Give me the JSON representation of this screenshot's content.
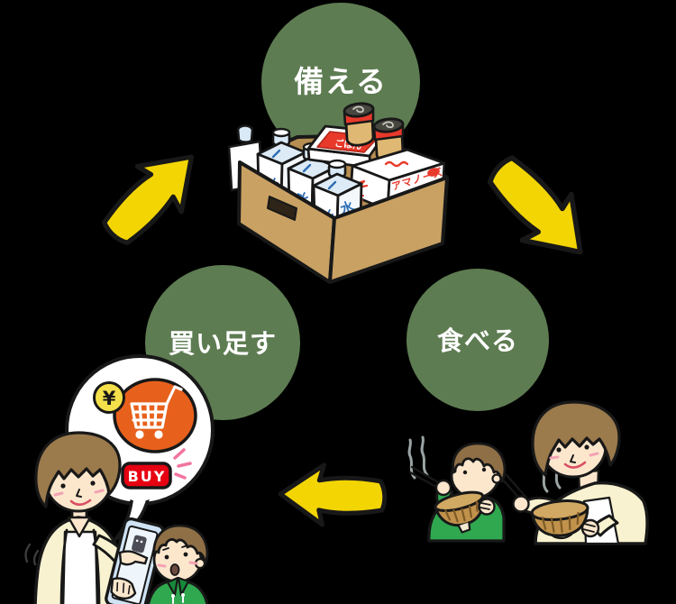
{
  "cycle": {
    "prepare_label": "備える",
    "eat_label": "食べる",
    "restock_label": "買い足す"
  },
  "stock_box": {
    "water_label": "水",
    "rice_label": "ごはん",
    "food_box_label": "アマノーズ"
  },
  "bubble": {
    "coin_symbol": "¥",
    "buy_label": "BUY"
  },
  "colors": {
    "background": "#000000",
    "circle_green": "#5e7c52",
    "arrow_yellow": "#f3d503",
    "cardboard": "#c9a163",
    "cardboard_dark": "#b68e52",
    "label_red": "#e8392a",
    "buy_red": "#e60012",
    "cart_orange": "#e8611c",
    "coin_yellow": "#f4e04a",
    "skin": "#fce7cd",
    "hair_brown": "#9b7a4c",
    "boy_hair_brown": "#8f6f45",
    "cream_clothes": "#f9f2d0",
    "hoodie_green": "#2fa84f",
    "phone_blue": "#cfe3f4",
    "water_blue": "#2f6eb5",
    "bowl_brown": "#c0924b",
    "outline": "#181818"
  }
}
